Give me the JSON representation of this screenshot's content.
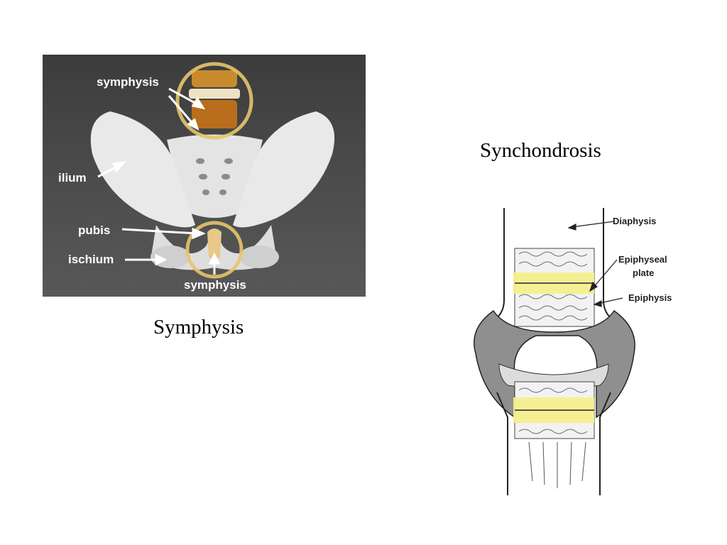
{
  "symphysis_panel": {
    "labels": {
      "symphysis_top": "symphysis",
      "ilium": "ilium",
      "pubis": "pubis",
      "ischium": "ischium",
      "symphysis_bottom": "symphysis"
    },
    "caption": "Symphysis"
  },
  "synchondrosis_panel": {
    "title": "Synchondrosis",
    "labels": {
      "diaphysis": "Diaphysis",
      "epiphyseal_plate_line1": "Epiphyseal",
      "epiphyseal_plate_line2": "plate",
      "epiphysis": "Epiphysis"
    }
  },
  "colors": {
    "highlight_ring": "#e6c56a",
    "cartilage_yellow": "#f5ee8c",
    "bone_gray": "#dcdcdc",
    "joint_gray": "#8f8f8f"
  }
}
